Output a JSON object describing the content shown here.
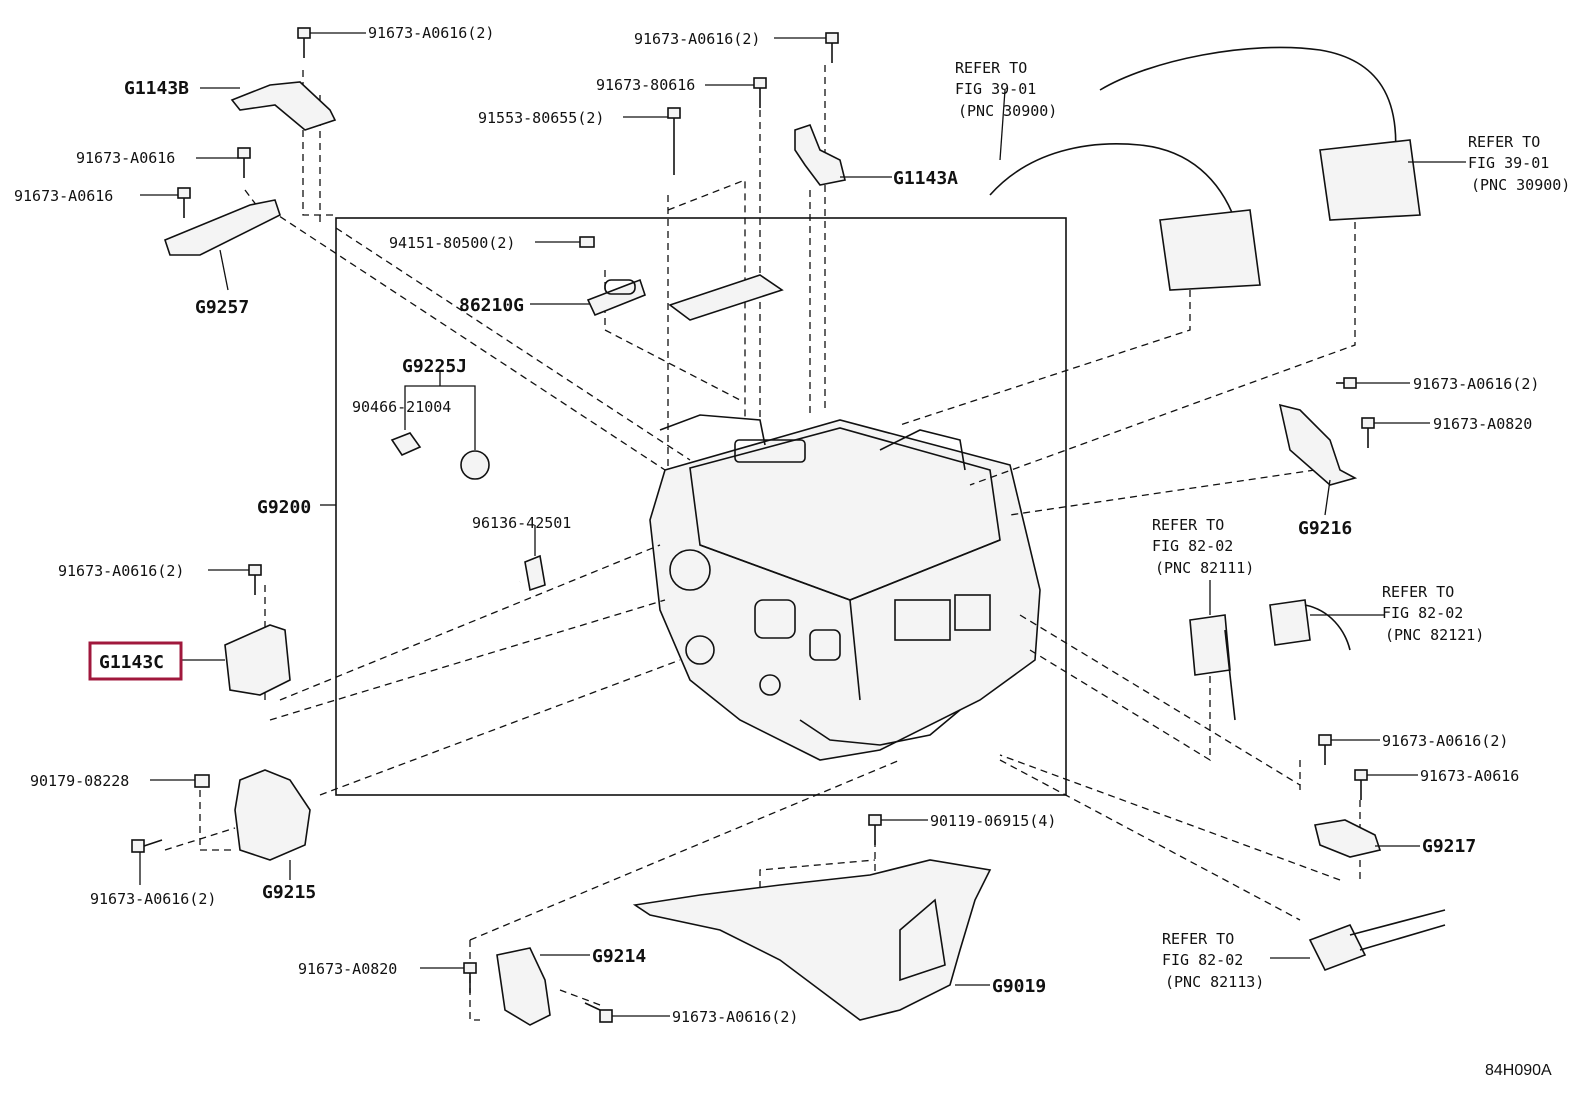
{
  "labels": {
    "g1143b": "G1143B",
    "g1143a": "G1143A",
    "g1143c": "G1143C",
    "g9257": "G9257",
    "g9200": "G9200",
    "g9225j": "G9225J",
    "p86210g": "86210G",
    "g9216": "G9216",
    "g9217": "G9217",
    "g9215": "G9215",
    "g9214": "G9214",
    "g9019": "G9019"
  },
  "fasteners": {
    "f1": "91673-A0616(2)",
    "f2": "91673-A0616(2)",
    "f3": "91673-80616",
    "f4": "91553-80655(2)",
    "f5": "91673-A0616",
    "f6": "91673-A0616",
    "f7": "94151-80500(2)",
    "f8": "90466-21004",
    "f9": "96136-42501",
    "f10": "91673-A0616(2)",
    "f11": "91673-A0616(2)",
    "f12": "91673-A0820",
    "f13": "91673-A0616(2)",
    "f14": "91673-A0616",
    "f15": "90179-08228",
    "f16": "91673-A0616(2)",
    "f17": "90119-06915(4)",
    "f18": "91673-A0820",
    "f19": "91673-A0616(2)"
  },
  "refs": {
    "r1": [
      "REFER TO",
      "FIG 39-01",
      "(PNC 30900)"
    ],
    "r2": [
      "REFER TO",
      "FIG 39-01",
      "(PNC 30900)"
    ],
    "r3": [
      "REFER TO",
      "FIG 82-02",
      "(PNC 82111)"
    ],
    "r4": [
      "REFER TO",
      "FIG 82-02",
      "(PNC 82121)"
    ],
    "r5": [
      "REFER TO",
      "FIG 82-02",
      "(PNC 82113)"
    ]
  },
  "diagram_code": "84H090A",
  "colors": {
    "highlight": "#a0183c",
    "line": "#111111"
  }
}
